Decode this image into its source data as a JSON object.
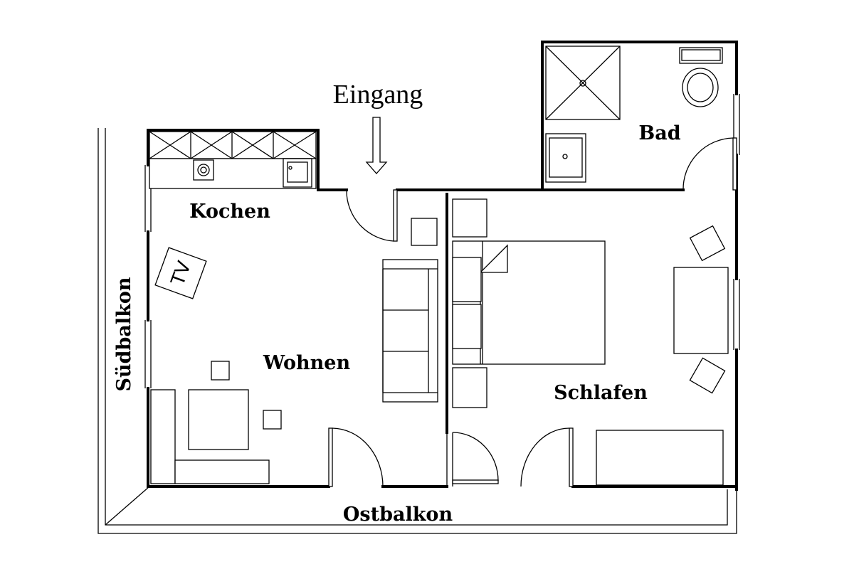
{
  "entrance": {
    "label": "Eingang"
  },
  "rooms": {
    "kitchen": "Kochen",
    "living": "Wohnen",
    "bedroom": "Schlafen",
    "bath": "Bad"
  },
  "balconies": {
    "south": "Südbalkon",
    "east": "Ostbalkon"
  },
  "furniture": {
    "tv": "TV"
  }
}
